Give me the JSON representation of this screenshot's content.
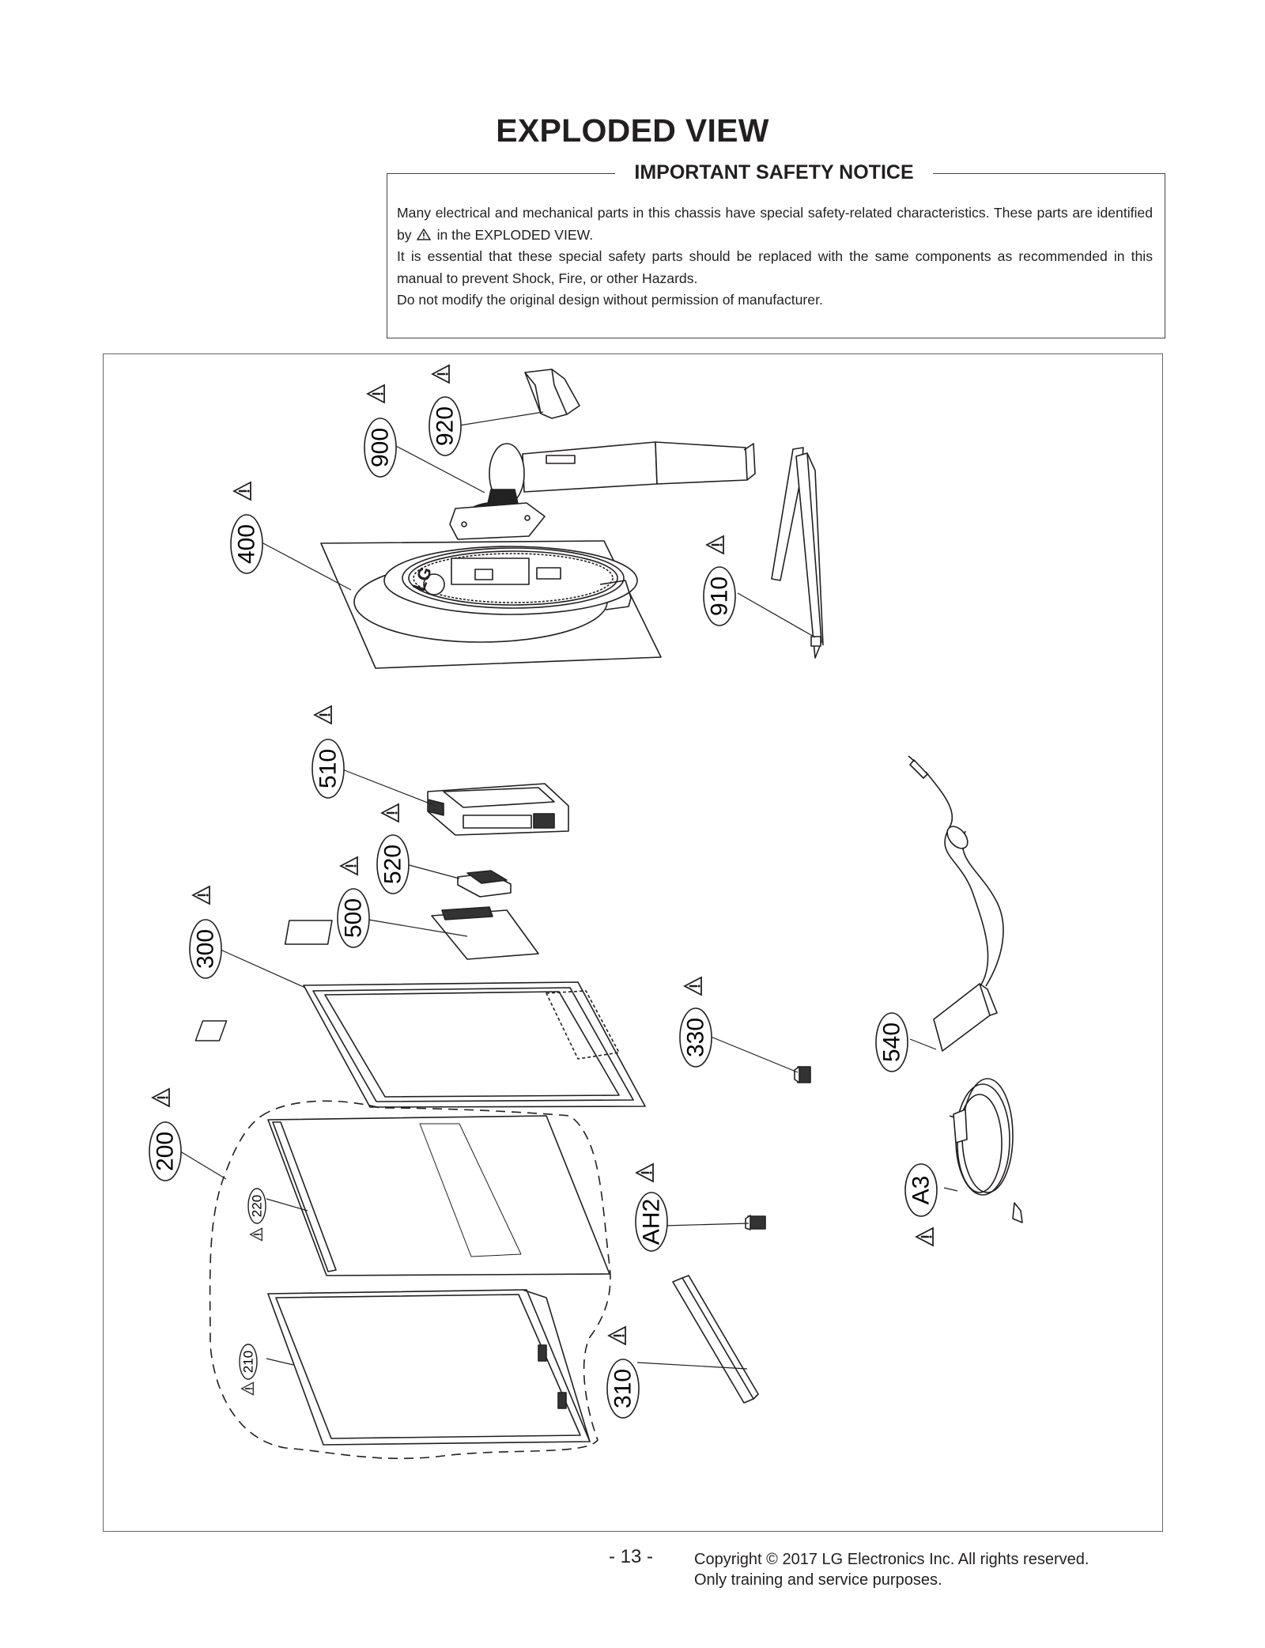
{
  "page": {
    "title": "EXPLODED VIEW",
    "page_number": "- 13 -",
    "copyright_line1": "Copyright © 2017 LG Electronics Inc. All rights reserved.",
    "copyright_line2": "Only training and service purposes."
  },
  "notice": {
    "title": "IMPORTANT SAFETY NOTICE",
    "para1_a": "Many electrical and mechanical parts in this chassis have special safety-related characteristics. These parts are identified by",
    "para1_b": "in the  EXPLODED VIEW.",
    "para2": "It is essential that these special safety parts should be replaced with the same components as recommended in this manual to prevent Shock, Fire, or other Hazards.",
    "para3": "Do not modify the original design without permission of manufacturer.",
    "symbol_icon": "warning-triangle-icon"
  },
  "diagram": {
    "logo_text": "LG",
    "parts": [
      "920",
      "900",
      "400",
      "910",
      "510",
      "520",
      "500",
      "300",
      "330",
      "540",
      "200",
      "220",
      "AH2",
      "A3",
      "210",
      "310"
    ]
  }
}
